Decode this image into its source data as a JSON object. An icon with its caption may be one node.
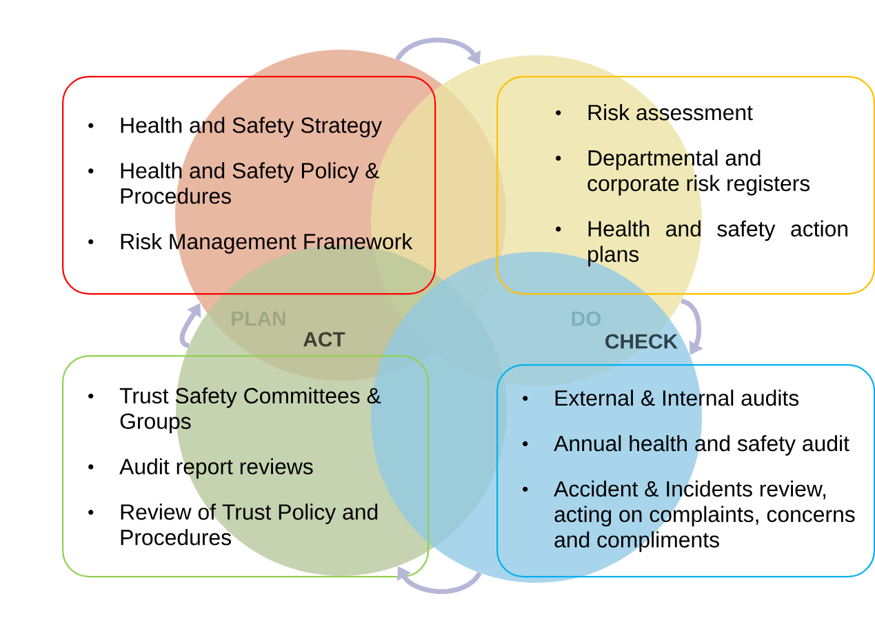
{
  "diagram": {
    "nodes": [
      {
        "text": [
          "PLAN"
        ]
      },
      {
        "text": [
          "DO"
        ]
      },
      {
        "text": [
          "ACT"
        ]
      },
      {
        "text": [
          "CHECK"
        ]
      },
      {
        "text": [
          "Health and Safety Strategy",
          "Health and Safety Policy & Procedures",
          "Risk Management Framework"
        ]
      },
      {
        "text": [
          "Risk assessment",
          "Departmental and corporate risk registers",
          "Health and safety action plans"
        ]
      },
      {
        "text": [
          "Trust Safety Committees & Groups",
          "Audit report reviews",
          "Review of Trust Policy and Procedures"
        ]
      },
      {
        "text": [
          "External & Internal audits",
          "Annual health and safety audit",
          "Accident & Incidents review, acting on complaints, concerns and compliments"
        ]
      }
    ],
    "edges": [
      {
        "from": 0,
        "to": 1,
        "arrow": "to"
      },
      {
        "from": 1,
        "to": 3,
        "arrow": "to"
      },
      {
        "from": 3,
        "to": 2,
        "arrow": "to"
      },
      {
        "from": 2,
        "to": 0,
        "arrow": "to"
      }
    ]
  }
}
